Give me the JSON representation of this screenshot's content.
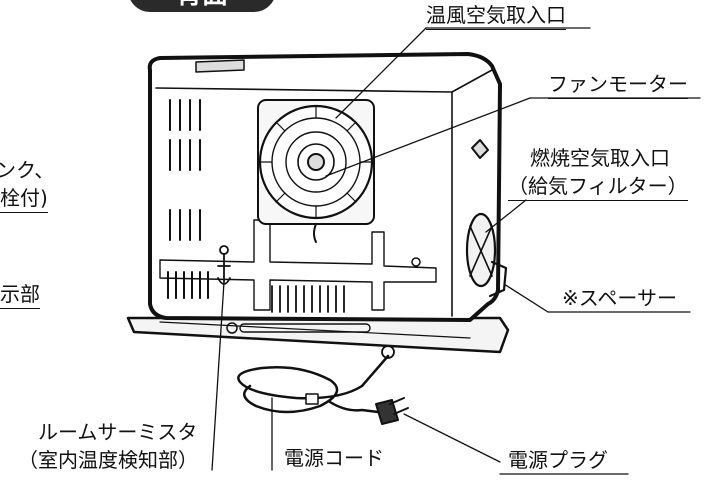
{
  "heading": "背面",
  "labels": {
    "warm_air_intake": "温風空気取入口",
    "fan_motor": "ファンモーター",
    "combustion_intake_line1": "燃焼空気取入口",
    "combustion_intake_line2": "（給気フィルター）",
    "spacer": "※スペーサー",
    "room_thermistor_line1": "ルームサーミスタ",
    "room_thermistor_line2": "（室内温度検知部）",
    "power_cord": "電源コード",
    "power_plug": "電源プラグ",
    "left_partial_1": "ンク、",
    "left_partial_2": "栓付)",
    "left_partial_3": "示部"
  },
  "colors": {
    "line": "#111111",
    "body_fill": "#ffffff",
    "shade": "#e9e9e9"
  }
}
